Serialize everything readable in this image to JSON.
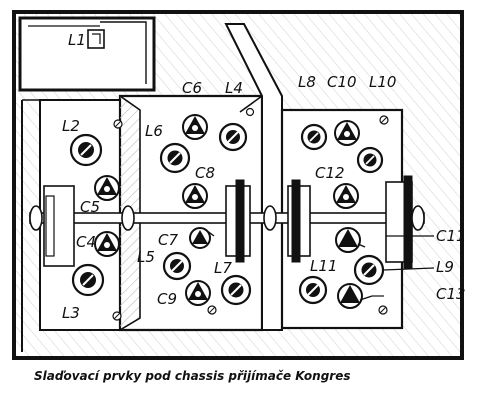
{
  "caption": "Slaďovací prvky pod chassis přijímače Kongres",
  "labels": {
    "L1": "L1",
    "L2": "L2",
    "C5": "C5",
    "C4": "C4",
    "L3": "L3",
    "C6": "C6",
    "L4": "L4",
    "L6": "L6",
    "C8": "C8",
    "C7": "C7",
    "L5": "L5",
    "L7": "L7",
    "C9": "C9",
    "L8": "L8",
    "C10": "C10",
    "L10": "L10",
    "C12": "C12",
    "L11": "L11",
    "C11": "C11",
    "L9": "L9",
    "C13": "C13"
  },
  "colors": {
    "ink": "#111111",
    "paper": "#ffffff",
    "hatch": "#c8c8c8"
  }
}
